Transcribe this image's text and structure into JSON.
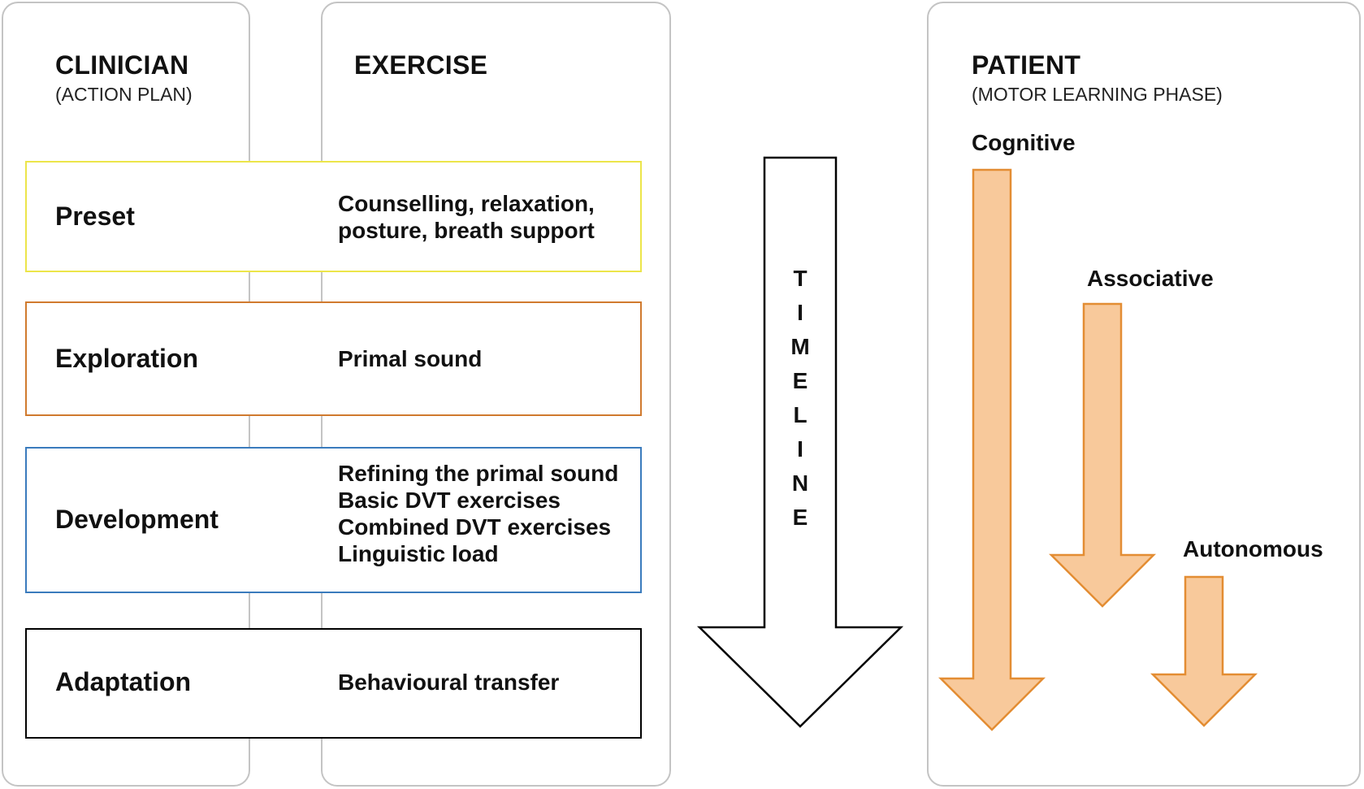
{
  "columns": {
    "clinician": {
      "title": "CLINICIAN",
      "subtitle": "(ACTION PLAN)"
    },
    "exercise": {
      "title": "EXERCISE"
    },
    "patient": {
      "title": "PATIENT",
      "subtitle": "(MOTOR LEARNING PHASE)"
    }
  },
  "phases": [
    {
      "name": "Preset",
      "color": "#ece54a",
      "exercises": [
        "Counselling, relaxation,",
        "posture, breath support"
      ]
    },
    {
      "name": "Exploration",
      "color": "#d07a2e",
      "exercises": [
        "Primal sound"
      ]
    },
    {
      "name": "Development",
      "color": "#3a7bbd",
      "exercises": [
        "Refining the primal sound",
        "Basic DVT exercises",
        "Combined DVT exercises",
        "Linguistic load"
      ]
    },
    {
      "name": "Adaptation",
      "color": "#000000",
      "exercises": [
        "Behavioural transfer"
      ]
    }
  ],
  "timeline": {
    "label": "TIMELINE"
  },
  "stages": [
    {
      "name": "Cognitive"
    },
    {
      "name": "Associative"
    },
    {
      "name": "Autonomous"
    }
  ],
  "colors": {
    "column_border": "#c4c4c4",
    "stage_arrow_fill": "#f8c99b",
    "stage_arrow_stroke": "#e38d33",
    "timeline_arrow_stroke": "#000000"
  }
}
